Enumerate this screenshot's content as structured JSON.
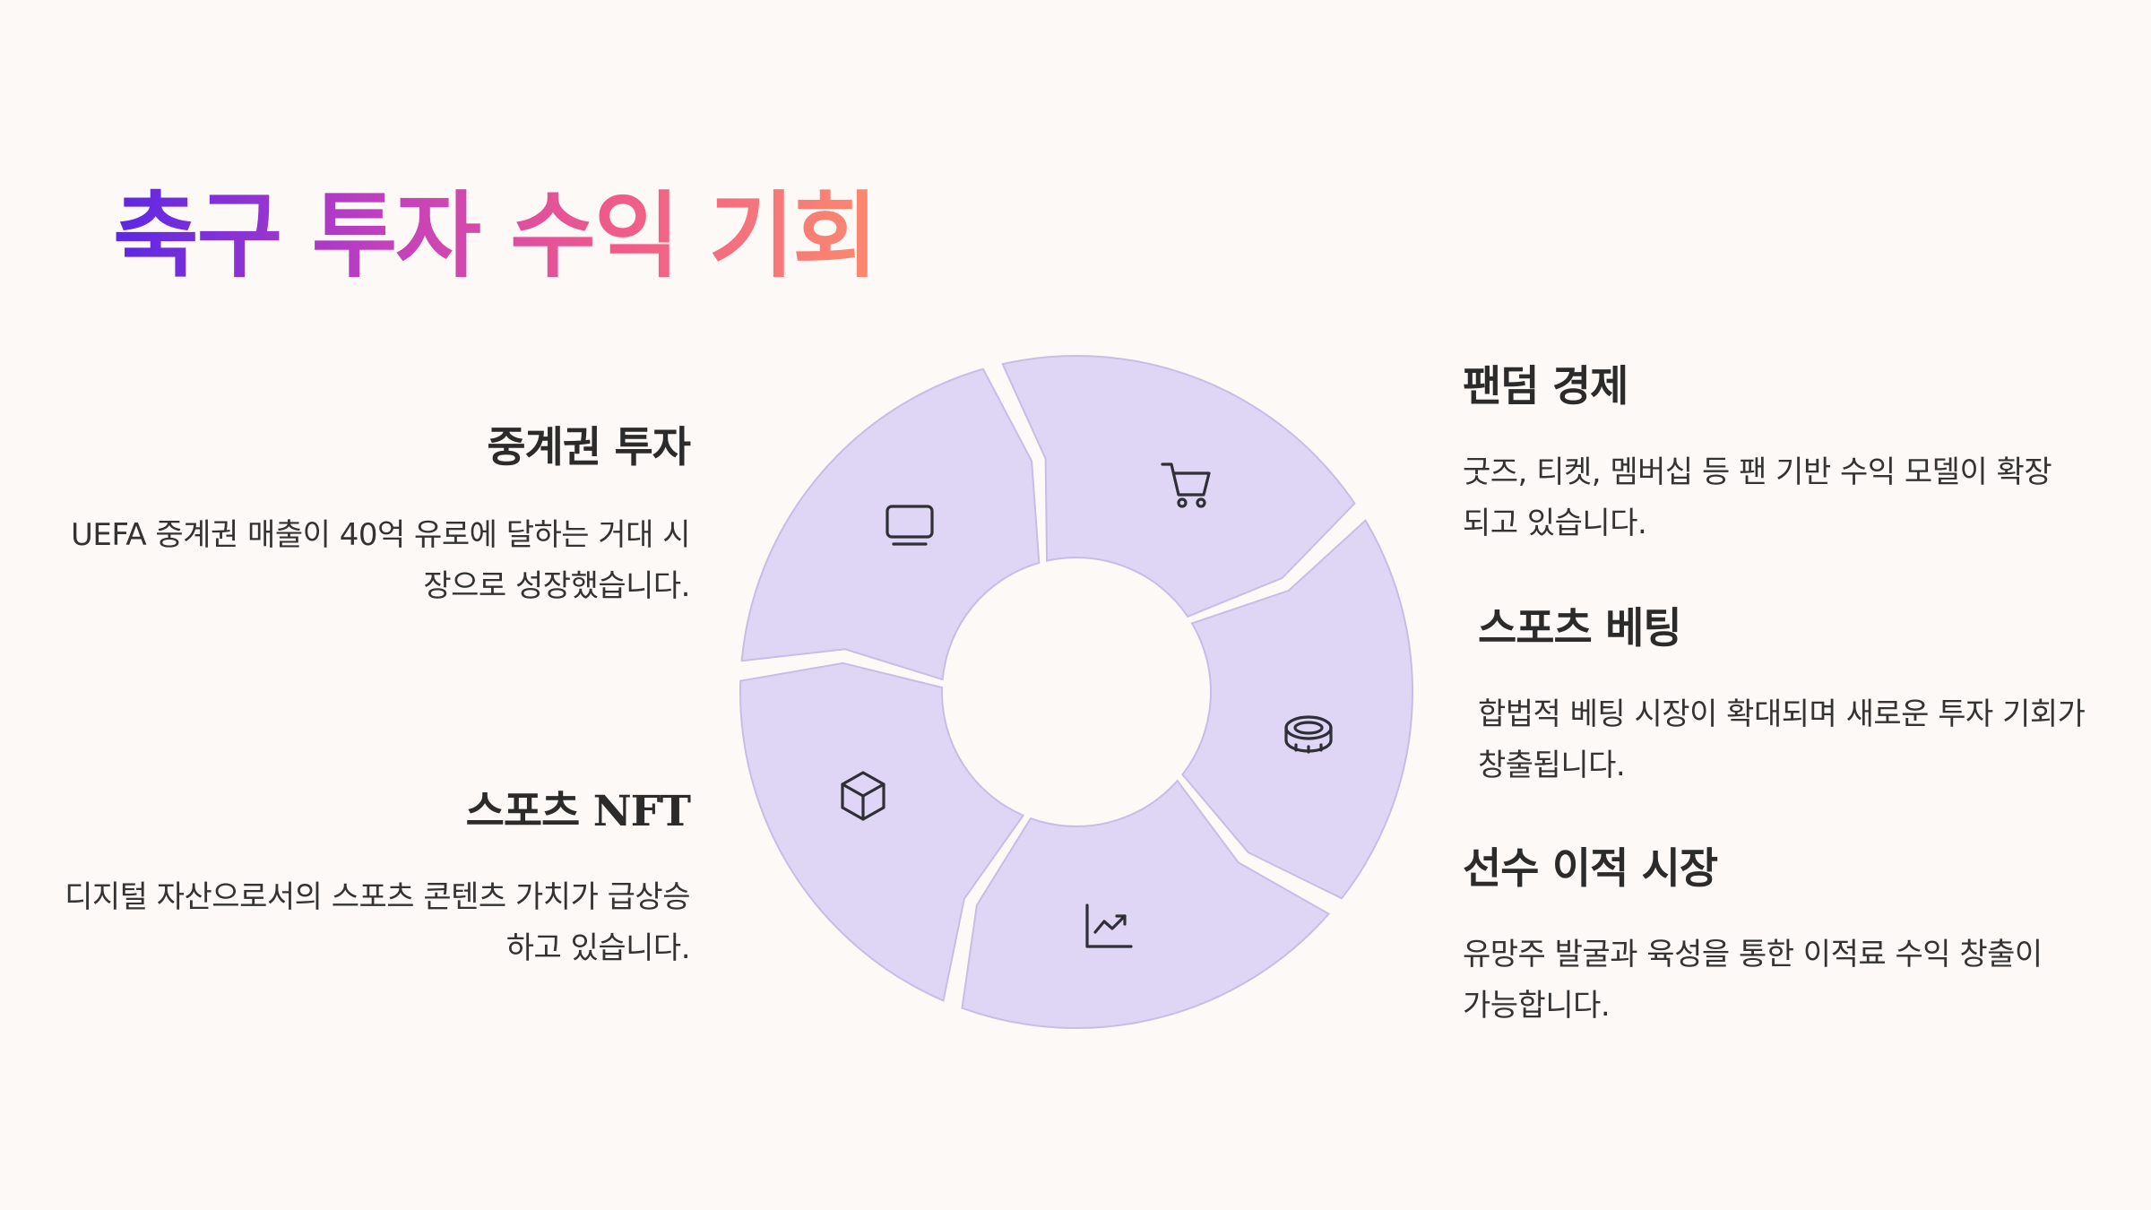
{
  "title": "축구 투자 수익 기회",
  "items": [
    {
      "key": "broadcast",
      "heading": "중계권 투자",
      "description": "UEFA 중계권 매출이 40억 유로에 달하는 거대 시장으로 성장했습니다.",
      "icon": "tv-icon"
    },
    {
      "key": "nft",
      "heading_ko": "스포츠",
      "heading_en": "NFT",
      "description": "디지털 자산으로서의 스포츠 콘텐츠 가치가 급상승하고 있습니다.",
      "icon": "cube-icon"
    },
    {
      "key": "fandom",
      "heading": "팬덤 경제",
      "description": "굿즈, 티켓, 멤버십 등 팬 기반 수익 모델이 확장되고 있습니다.",
      "icon": "shopping-cart-icon"
    },
    {
      "key": "betting",
      "heading": "스포츠 베팅",
      "description": "합법적 베팅 시장이 확대되며 새로운 투자 기회가 창출됩니다.",
      "icon": "coin-icon"
    },
    {
      "key": "transfer",
      "heading": "선수 이적 시장",
      "description": "유망주 발굴과 육성을 통한 이적료 수익 창출이 가능합니다.",
      "icon": "chart-trend-icon"
    }
  ],
  "colors": {
    "segment_fill": "#dfd6f6",
    "segment_stroke": "#c7bde6",
    "background": "#fdf9f6",
    "title_gradient": [
      "#5a27e6",
      "#c23fbf",
      "#ef5a8a",
      "#fb8a6e"
    ]
  }
}
